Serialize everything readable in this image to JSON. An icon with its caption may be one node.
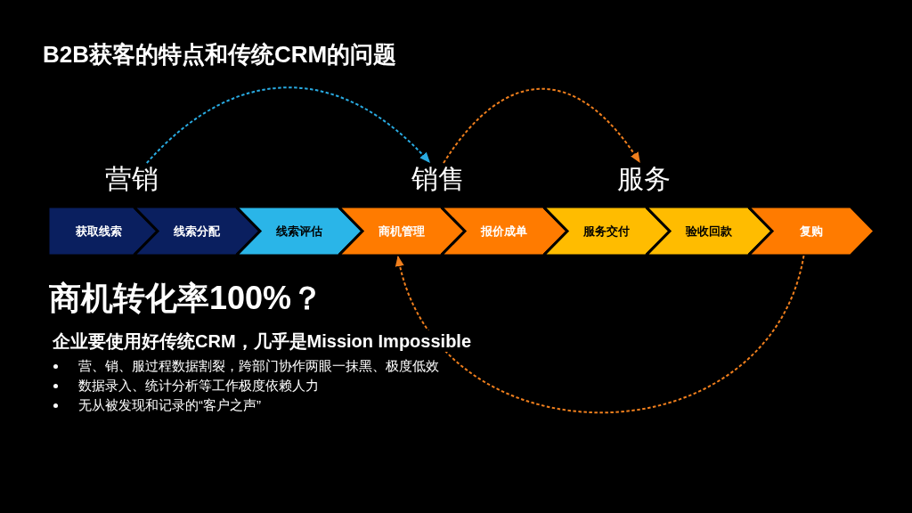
{
  "diagram": {
    "title": "B2B获客的特点和传统CRM的问题",
    "nodes": [
      {
        "text": [
          "营销"
        ]
      },
      {
        "text": [
          "销售"
        ]
      },
      {
        "text": [
          "服务"
        ]
      },
      {
        "text": [
          "获取线索"
        ]
      },
      {
        "text": [
          "线索分配"
        ]
      },
      {
        "text": [
          "线索评估"
        ]
      },
      {
        "text": [
          "商机管理"
        ]
      },
      {
        "text": [
          "报价成单"
        ]
      },
      {
        "text": [
          "服务交付"
        ]
      },
      {
        "text": [
          "验收回款"
        ]
      },
      {
        "text": [
          "复购"
        ]
      }
    ],
    "edges": [
      {
        "from": 0,
        "to": 1,
        "arrow": "to",
        "style": "dashed",
        "color": "#29abe2"
      },
      {
        "from": 1,
        "to": 2,
        "arrow": "to",
        "style": "dashed",
        "color": "#f07f1d"
      },
      {
        "from": 10,
        "to": 6,
        "arrow": "to",
        "style": "dashed",
        "color": "#f07f1d"
      }
    ],
    "labels": [
      "商机转化率100%？",
      "企业要使用好传统CRM，几乎是Mission Impossible",
      "营、销、服过程数据割裂，跨部门协作两眼一抹黑、极度低效",
      "数据录入、统计分析等工作极度依赖人力",
      "无从被发现和记录的“客户之声”"
    ]
  }
}
